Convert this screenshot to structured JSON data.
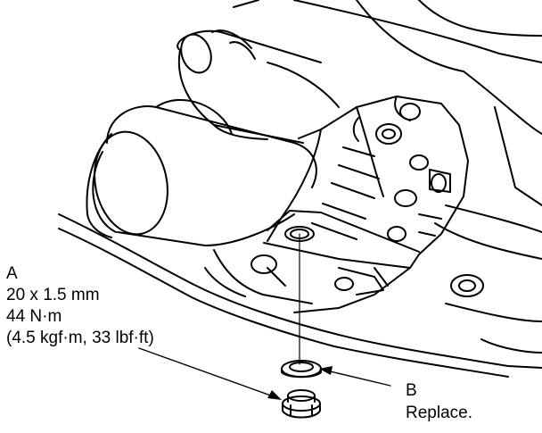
{
  "callouts": {
    "a": {
      "letter": "A",
      "size": "20 x 1.5 mm",
      "torque_metric": "44 N·m",
      "torque_alt": "(4.5 kgf·m, 33 lbf·ft)"
    },
    "b": {
      "letter": "B",
      "note": "Replace."
    }
  },
  "parts": {
    "drain_bolt": "drain-bolt",
    "sealing_washer": "sealing-washer",
    "transmission_case": "transmission-case"
  }
}
